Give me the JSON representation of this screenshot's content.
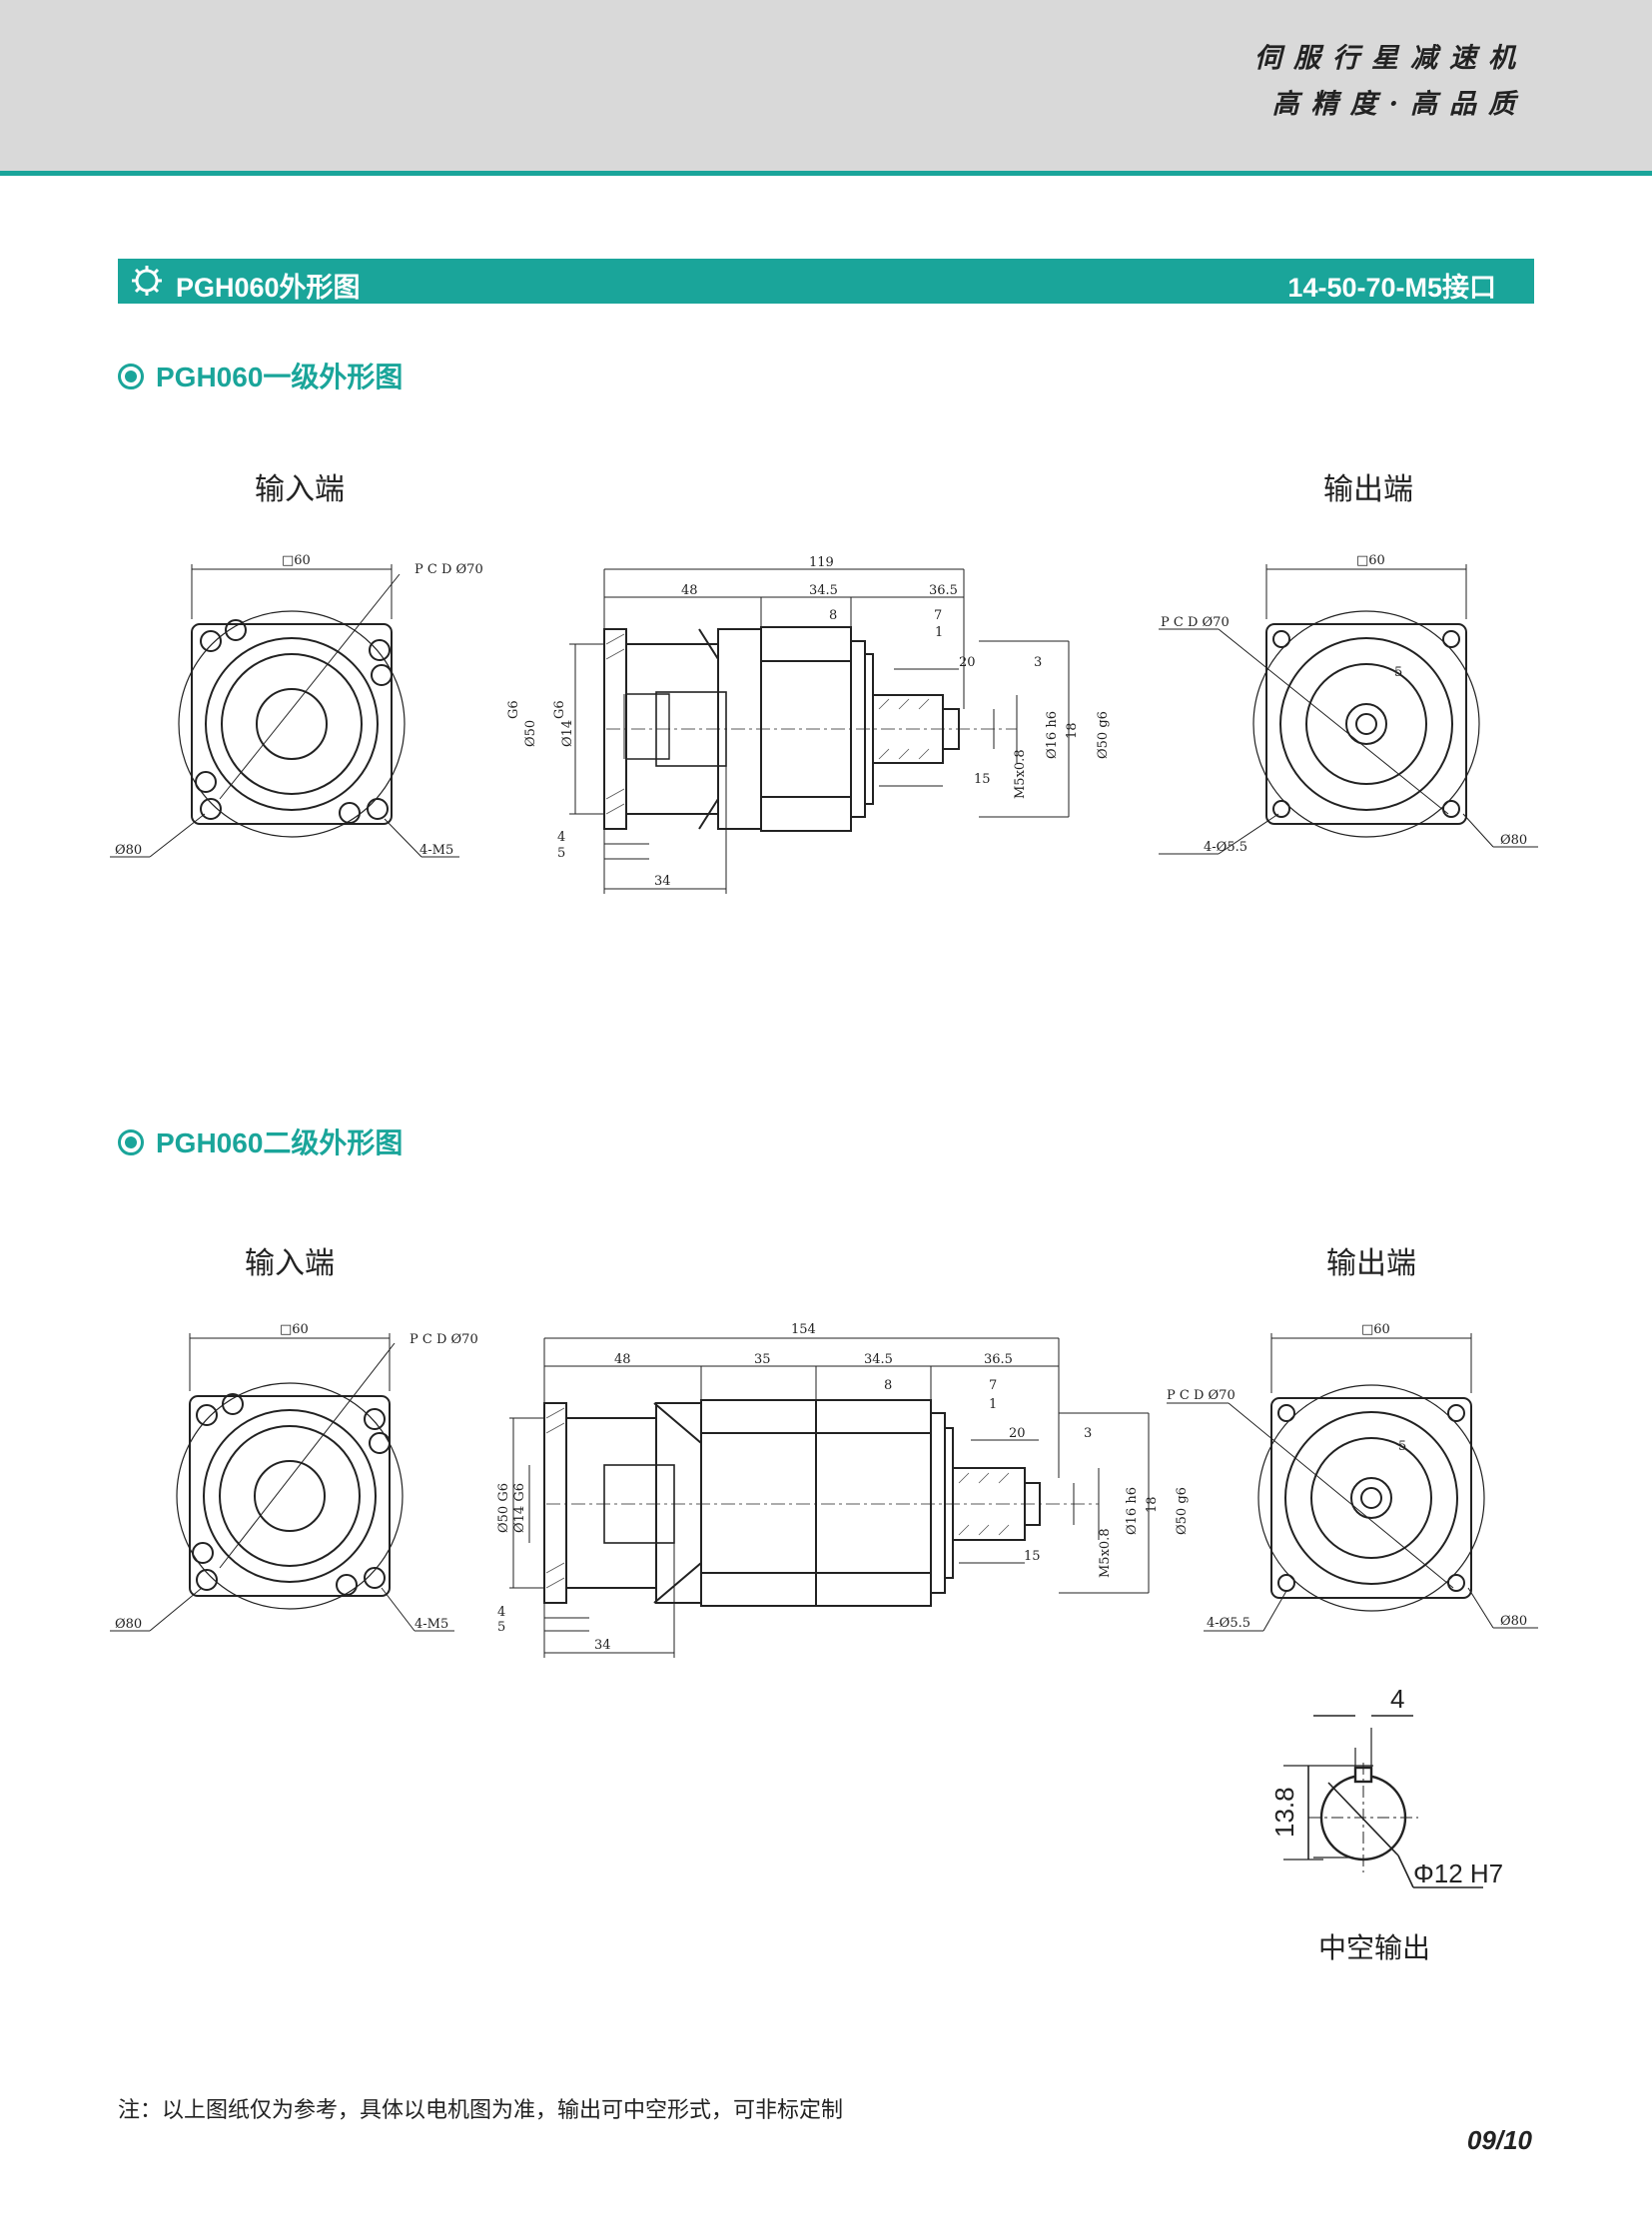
{
  "header": {
    "slogan_line1": "伺服行星减速机",
    "slogan_line2": "高精度·高品质"
  },
  "title_bar": {
    "left_title": "PGH060外形图",
    "right_title": "14-50-70-M5接口",
    "icon": "gear-icon"
  },
  "stage1": {
    "heading": "PGH060一级外形图",
    "input_label": "输入端",
    "output_label": "输出端",
    "input_view": {
      "square": "□60",
      "pcd": "P C D Ø70",
      "dia": "Ø80",
      "holes": "4-M5"
    },
    "side_view": {
      "overall": "119",
      "d48": "48",
      "d345": "34.5",
      "d365": "36.5",
      "d8": "8",
      "d7": "7",
      "d1": "1",
      "d20": "20",
      "d3": "3",
      "d15": "15",
      "d4": "4",
      "d5": "5",
      "d34": "34",
      "g6a": "G6",
      "g6b": "G6",
      "phi50": "Ø50",
      "phi14": "Ø14",
      "h6": "Ø16 h6",
      "d18": "18",
      "g6out": "Ø50 g6",
      "thread": "M5x0.8"
    },
    "output_view": {
      "square": "□60",
      "pcd": "P C D Ø70",
      "d5": "5",
      "holes": "4-Ø5.5",
      "dia": "Ø80"
    }
  },
  "stage2": {
    "heading": "PGH060二级外形图",
    "input_label": "输入端",
    "output_label": "输出端",
    "input_view": {
      "square": "□60",
      "pcd": "P C D Ø70",
      "dia": "Ø80",
      "holes": "4-M5"
    },
    "side_view": {
      "overall": "154",
      "d48": "48",
      "d35": "35",
      "d345": "34.5",
      "d365": "36.5",
      "d8": "8",
      "d7": "7",
      "d1": "1",
      "d20": "20",
      "d3": "3",
      "d15": "15",
      "d4": "4",
      "d5": "5",
      "d34": "34",
      "phi50g6": "Ø50 G6",
      "phi14g6": "Ø14 G6",
      "h6": "Ø16 h6",
      "d18": "18",
      "g6out": "Ø50 g6",
      "thread": "M5x0.8"
    },
    "output_view": {
      "square": "□60",
      "pcd": "P C D Ø70",
      "d5": "5",
      "holes": "4-Ø5.5",
      "dia": "Ø80"
    }
  },
  "hollow": {
    "width": "4",
    "height": "13.8",
    "bore": "Φ12 H7",
    "caption": "中空输出"
  },
  "footer": {
    "note": "注：以上图纸仅为参考，具体以电机图为准，输出可中空形式，可非标定制",
    "page": "09/10"
  }
}
